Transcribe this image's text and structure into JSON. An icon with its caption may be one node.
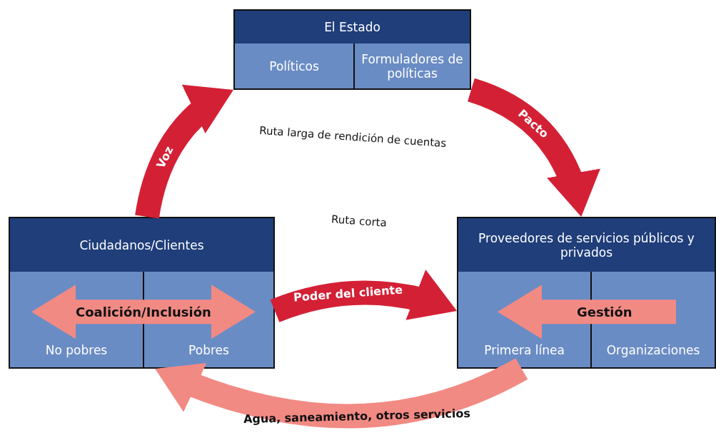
{
  "diagram": {
    "nodes": [
      {
        "text": [
          "El Estado"
        ]
      },
      {
        "text": [
          "Políticos"
        ],
        "in": 0
      },
      {
        "text": [
          "Formuladores de políticas"
        ],
        "in": 0
      },
      {
        "text": [
          "Ciudadanos/Clientes"
        ]
      },
      {
        "text": [
          "No pobres"
        ],
        "in": 3
      },
      {
        "text": [
          "Pobres"
        ],
        "in": 3
      },
      {
        "text": [
          "Proveedores de servicios públicos y privados"
        ]
      },
      {
        "text": [
          "Primera línea"
        ],
        "in": 6
      },
      {
        "text": [
          "Organizaciones"
        ],
        "in": 6
      }
    ],
    "edges": [
      {
        "from": 3,
        "to": 0,
        "arrow": "to",
        "label": "Voz",
        "color": "#d42035"
      },
      {
        "from": 0,
        "to": 6,
        "arrow": "to",
        "label": "Pacto",
        "color": "#d42035"
      },
      {
        "from": 3,
        "to": 6,
        "arrow": "to",
        "label": "Poder del cliente",
        "color": "#d42035"
      },
      {
        "from": 6,
        "to": 3,
        "arrow": "to",
        "label": "Agua, saneamiento, otros servicios",
        "color": "#f28a84"
      },
      {
        "from": 4,
        "to": 5,
        "arrow": "both",
        "label": "Coalición/Inclusión",
        "color": "#f28a84"
      },
      {
        "from": 8,
        "to": 7,
        "arrow": "to",
        "label": "Gestión",
        "color": "#f28a84"
      }
    ],
    "labels": [
      "Ruta larga de rendición de cuentas",
      "Ruta corta"
    ]
  }
}
